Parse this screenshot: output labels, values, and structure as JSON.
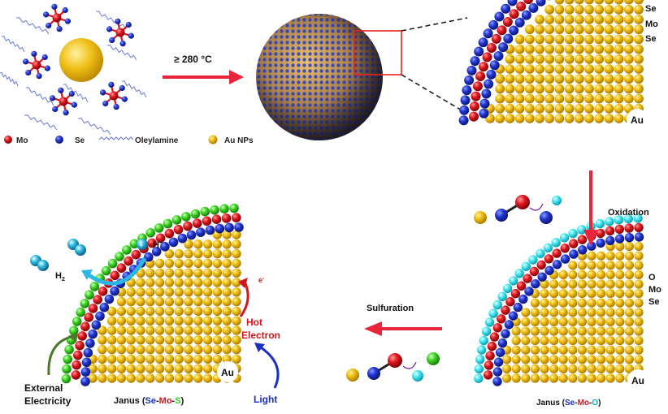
{
  "legend": {
    "mo": "Mo",
    "se": "Se",
    "oleylamine": "Oleylamine",
    "au_nps": "Au NPs"
  },
  "step1": {
    "temperature": "≥ 280 °C"
  },
  "layers_top": {
    "top": "Se",
    "mid": "Mo",
    "bottom": "Se",
    "core": "Au"
  },
  "step2": {
    "label": "Oxidation"
  },
  "layers_oxidized": {
    "top": "O",
    "mid": "Mo",
    "bottom": "Se",
    "core": "Au"
  },
  "janus_o": {
    "prefix": "Janus (",
    "se": "Se",
    "d1": "-",
    "mo": "Mo",
    "d2": "-",
    "x": "O",
    "suffix": ")"
  },
  "step3": {
    "label": "Sulfuration"
  },
  "janus_s": {
    "prefix": "Janus (",
    "se": "Se",
    "d1": "-",
    "mo": "Mo",
    "d2": "-",
    "x": "S",
    "suffix": ")",
    "core": "Au"
  },
  "catalysis": {
    "h_plus": "H",
    "h_plus_sup": "+",
    "h2": "H",
    "h2_sub": "2",
    "electron": "e",
    "electron_sup": "-",
    "hot": "Hot",
    "electron_word": "Electron",
    "external": "External",
    "electricity": "Electricity",
    "light": "Light"
  },
  "colors": {
    "mo": "#d8141c",
    "se": "#1b2fc4",
    "au": "#e8b400",
    "o": "#33e4ee",
    "s": "#34d11e",
    "arrow": "#e8253a",
    "h_arrow": "#2bb6e6",
    "hot_arrow": "#d8141c",
    "ext_arrow": "#4a7a2a",
    "light_arrow": "#1b2fc4"
  }
}
